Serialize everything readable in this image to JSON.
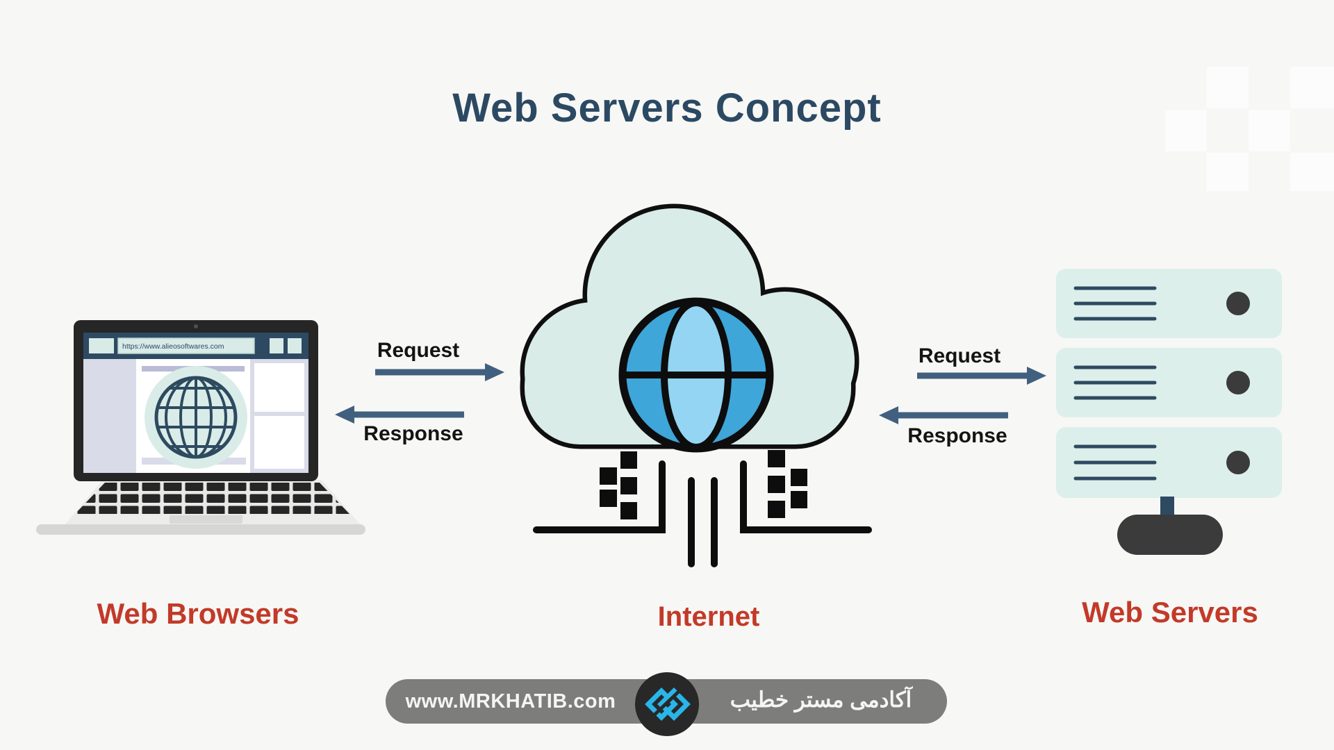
{
  "title": "Web Servers Concept",
  "browser": {
    "label": "Web Browsers",
    "url": "https://www.alieosoftwares.com"
  },
  "internet": {
    "label": "Internet"
  },
  "servers": {
    "label": "Web Servers"
  },
  "flow_left": {
    "request": "Request",
    "response": "Response"
  },
  "flow_right": {
    "request": "Request",
    "response": "Response"
  },
  "footer": {
    "website": "www.MRKHATIB.com",
    "academy": "آکادمی مستر خطیب"
  },
  "colors": {
    "accent_red": "#c23a28",
    "title_navy": "#2c4963",
    "arrow_slate": "#41607f",
    "cloud_mint": "#d9ece8",
    "globe_blue": "#3ea6d9",
    "globe_light": "#93d5f2",
    "logo_cyan": "#29b5ea"
  }
}
